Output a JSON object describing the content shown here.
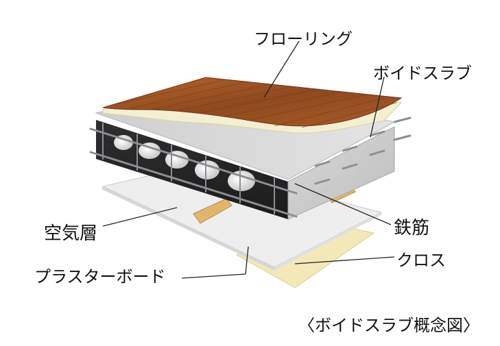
{
  "labels": {
    "flooring": "フローリング",
    "void_slab": "ボイドスラブ",
    "air_layer": "空気層",
    "rebar": "鉄筋",
    "cloth": "クロス",
    "plasterboard": "プラスターボード"
  },
  "caption": "〈ボイドスラブ概念図〉"
}
